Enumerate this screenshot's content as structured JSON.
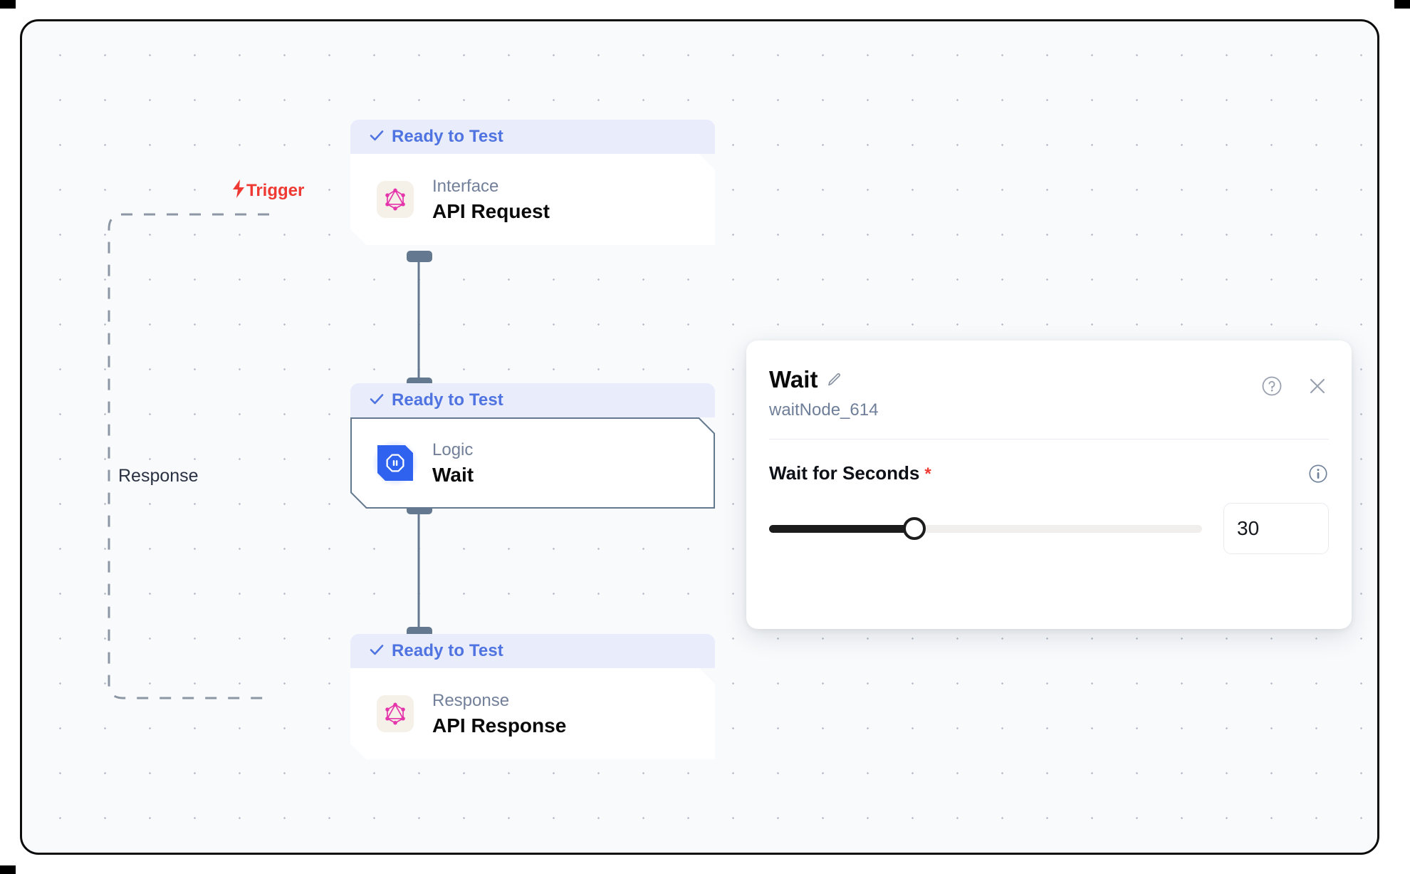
{
  "canvas": {
    "background_color": "#f8fafc",
    "frame_color": "#0b0b0b",
    "dot_color": "#b9c0cb"
  },
  "edges": {
    "trigger": {
      "label": "Trigger",
      "icon": "lightning-bolt-icon",
      "glyph": "⚡",
      "color": "#ef3a33"
    },
    "response": {
      "label": "Response",
      "color": "#2a3142"
    },
    "line_color": "#8d96a5"
  },
  "nodes": [
    {
      "id": "api-request",
      "status": "Ready to Test",
      "status_icon": "check-icon",
      "status_glyph": "✓",
      "status_color": "#4f73e0",
      "status_bg": "#e8ecfb",
      "kind": "Interface",
      "title": "API Request",
      "icon": "graphql-icon",
      "icon_color": "#e535ab",
      "selected": false
    },
    {
      "id": "wait",
      "status": "Ready to Test",
      "status_icon": "check-icon",
      "status_glyph": "✓",
      "status_color": "#4f73e0",
      "status_bg": "#e8ecfb",
      "kind": "Logic",
      "title": "Wait",
      "icon": "pause-octagon-icon",
      "icon_color": "#2f63ef",
      "selected": true
    },
    {
      "id": "api-response",
      "status": "Ready to Test",
      "status_icon": "check-icon",
      "status_glyph": "✓",
      "status_color": "#4f73e0",
      "status_bg": "#e8ecfb",
      "kind": "Response",
      "title": "API Response",
      "icon": "graphql-icon",
      "icon_color": "#e535ab",
      "selected": false
    }
  ],
  "panel": {
    "title": "Wait",
    "edit_icon": "pencil-icon",
    "node_id": "waitNode_614",
    "help_icon": "help-circle-icon",
    "close_icon": "close-icon",
    "field": {
      "label": "Wait for Seconds",
      "required_marker": "*",
      "info_icon": "info-circle-icon",
      "value": "30",
      "placeholder": "30",
      "slider_percent": 33.5,
      "slider_fill_color": "#1c1c1c",
      "slider_track_color": "#f1efee"
    }
  }
}
